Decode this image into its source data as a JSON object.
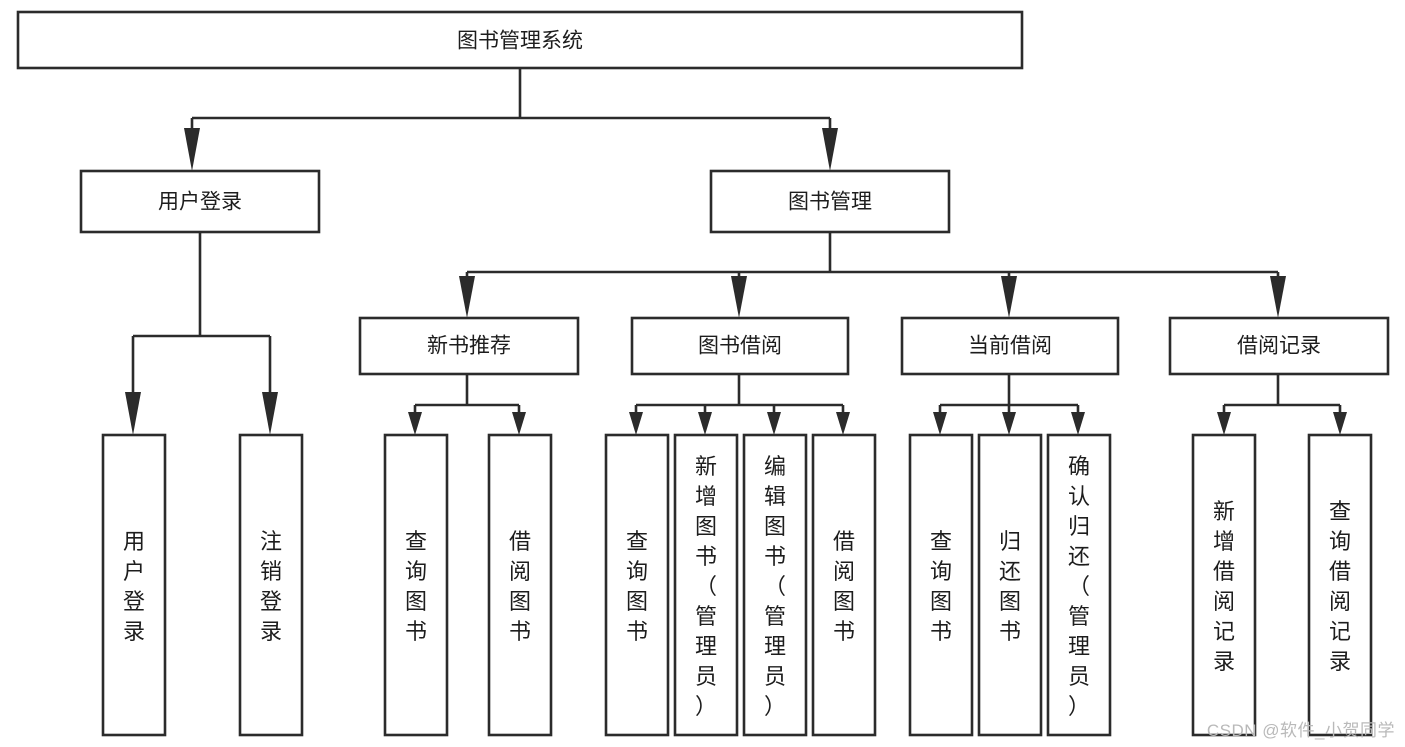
{
  "diagram": {
    "title": "图书管理系统",
    "type": "tree",
    "orientation": "top-down",
    "colors": {
      "box_fill": "#ffffff",
      "box_stroke": "#2b2b2b",
      "text": "#1d1d1d",
      "background": "#ffffff",
      "watermark": "#b9b9b9"
    },
    "root": {
      "label": "图书管理系统",
      "text_orientation": "horizontal"
    },
    "level2": [
      {
        "label": "用户登录",
        "text_orientation": "horizontal"
      },
      {
        "label": "图书管理",
        "text_orientation": "horizontal"
      }
    ],
    "level3": [
      {
        "label": "新书推荐",
        "text_orientation": "horizontal"
      },
      {
        "label": "图书借阅",
        "text_orientation": "horizontal"
      },
      {
        "label": "当前借阅",
        "text_orientation": "horizontal"
      },
      {
        "label": "借阅记录",
        "text_orientation": "horizontal"
      }
    ],
    "leaves": {
      "user_login": [
        {
          "label": "用户登录",
          "text_orientation": "vertical"
        },
        {
          "label": "注销登录",
          "text_orientation": "vertical"
        }
      ],
      "new_book_recommend": [
        {
          "label": "查询图书",
          "text_orientation": "vertical"
        },
        {
          "label": "借阅图书",
          "text_orientation": "vertical"
        }
      ],
      "book_borrow": [
        {
          "label": "查询图书",
          "text_orientation": "vertical"
        },
        {
          "label": "新增图书（管理员）",
          "text_orientation": "vertical"
        },
        {
          "label": "编辑图书（管理员）",
          "text_orientation": "vertical"
        },
        {
          "label": "借阅图书",
          "text_orientation": "vertical"
        }
      ],
      "current_borrow": [
        {
          "label": "查询图书",
          "text_orientation": "vertical"
        },
        {
          "label": "归还图书",
          "text_orientation": "vertical"
        },
        {
          "label": "确认归还（管理员）",
          "text_orientation": "vertical"
        }
      ],
      "borrow_record": [
        {
          "label": "新增借阅记录",
          "text_orientation": "vertical"
        },
        {
          "label": "查询借阅记录",
          "text_orientation": "vertical"
        }
      ]
    }
  },
  "watermark": {
    "text": "CSDN @软件_小贺同学"
  }
}
